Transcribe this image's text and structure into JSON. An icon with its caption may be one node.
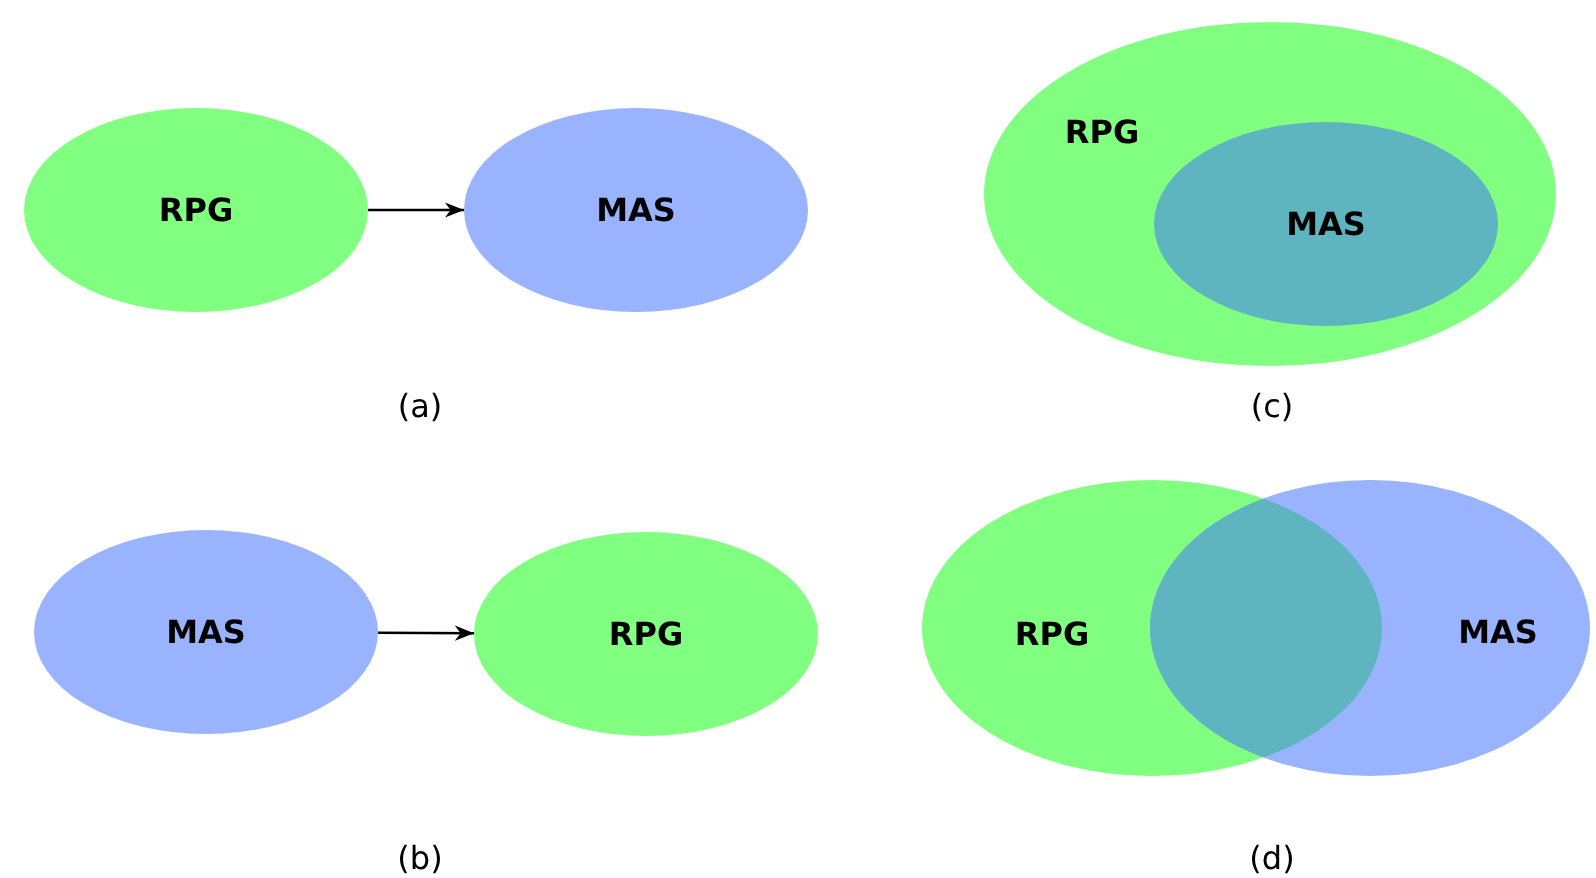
{
  "diagram": {
    "nodes": [
      {
        "text": [
          "RPG"
        ]
      },
      {
        "text": [
          "MAS"
        ]
      },
      {
        "text": [
          "RPG"
        ]
      },
      {
        "text": [
          "MAS"
        ],
        "in": 2
      },
      {
        "text": [
          "MAS"
        ]
      },
      {
        "text": [
          "RPG"
        ]
      },
      {
        "text": [
          "RPG"
        ]
      },
      {
        "text": [
          "MAS"
        ]
      }
    ],
    "edges": [
      {
        "from": 0,
        "to": 1,
        "arrow": "to"
      },
      {
        "from": 4,
        "to": 5,
        "arrow": "to"
      }
    ],
    "labels": [
      "(a)",
      "(c)",
      "(b)",
      "(d)"
    ]
  }
}
